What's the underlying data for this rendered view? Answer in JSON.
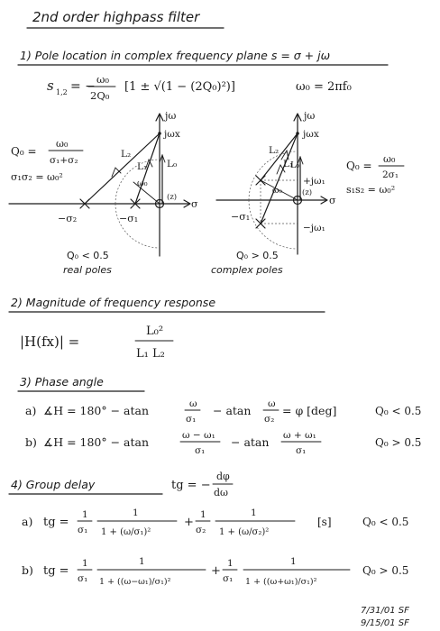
{
  "title": "2nd order highpass filter",
  "sections": {
    "pole_location": {
      "heading": "1) Pole location in complex frequency plane  s = σ + jω",
      "pole_lhs": "s",
      "pole_sub": "1,2",
      "pole_eq": "= −",
      "pole_num": "ω₀",
      "pole_den": "2Q₀",
      "pole_bracket": "[1 ± √(1 − (2Q₀)²)]",
      "omega0_def": "ω₀ = 2πf₀"
    },
    "real_poles": {
      "q_lhs": "Q₀ =",
      "q_num": "ω₀",
      "q_den": "σ₁+σ₂",
      "product": "σ₁σ₂ = ω₀²",
      "axis_jw": "jω",
      "point_jwx": "jωx",
      "axis_sigma": "σ",
      "label_neg_s2": "−σ₂",
      "label_neg_s1": "−σ₁",
      "label_L2": "L₂",
      "label_L1": "L₁",
      "label_L0": "L₀",
      "label_w0": "ω₀",
      "label_z": "(z)",
      "caption_1": "Q₀ < 0.5",
      "caption_2": "real poles"
    },
    "complex_poles": {
      "q_lhs": "Q₀ =",
      "q_num": "ω₀",
      "q_den": "2σ₁",
      "product": "s₁s₂ = ω₀²",
      "axis_jw": "jω",
      "point_jwx": "jωx",
      "axis_sigma": "σ",
      "label_pos_jw1": "+jω₁",
      "label_neg_jw1": "−jω₁",
      "label_neg_s1": "−σ₁",
      "label_L2": "L₂",
      "label_L1": "L₁",
      "label_L0": "L₀",
      "label_w0": "ω₀",
      "label_z": "(z)",
      "caption_1": "Q₀ > 0.5",
      "caption_2": "complex poles"
    },
    "magnitude": {
      "heading": "2) Magnitude of frequency response",
      "lhs": "|H(fx)| =",
      "num": "L₀²",
      "den": "L₁ L₂"
    },
    "phase": {
      "heading": "3) Phase angle",
      "a_label": "a)",
      "a_lhs": "∡H = 180° − atan",
      "a_f1_num": "ω",
      "a_f1_den": "σ₁",
      "a_mid": "− atan",
      "a_f2_num": "ω",
      "a_f2_den": "σ₂",
      "a_rhs": "= φ  [deg]",
      "a_cond": "Q₀ < 0.5",
      "b_label": "b)",
      "b_lhs": "∡H = 180° − atan",
      "b_f1_num": "ω − ω₁",
      "b_f1_den": "σ₁",
      "b_mid": "− atan",
      "b_f2_num": "ω + ω₁",
      "b_f2_den": "σ₁",
      "b_cond": "Q₀ > 0.5"
    },
    "group_delay": {
      "heading": "4) Group delay",
      "def_lhs": "tg = −",
      "def_num": "dφ",
      "def_den": "dω",
      "a_label": "a)",
      "a_lhs": "tg =",
      "a_t1_num": "1",
      "a_t1_den": "σ₁",
      "a_t2_num": "1",
      "a_t2_den": "1 + (ω/σ₁)²",
      "a_plus": "+",
      "a_t3_num": "1",
      "a_t3_den": "σ₂",
      "a_t4_num": "1",
      "a_t4_den": "1 + (ω/σ₂)²",
      "a_unit": "[s]",
      "a_cond": "Q₀ < 0.5",
      "b_label": "b)",
      "b_lhs": "tg =",
      "b_t1_num": "1",
      "b_t1_den": "σ₁",
      "b_t2_num": "1",
      "b_t2_den": "1 + ((ω−ω₁)/σ₁)²",
      "b_plus": "+",
      "b_t3_num": "1",
      "b_t3_den": "σ₁",
      "b_t4_num": "1",
      "b_t4_den": "1 + ((ω+ω₁)/σ₁)²",
      "b_cond": "Q₀ > 0.5"
    }
  },
  "signature": {
    "line1": "7/31/01 SF",
    "line2": "9/15/01 SF"
  }
}
